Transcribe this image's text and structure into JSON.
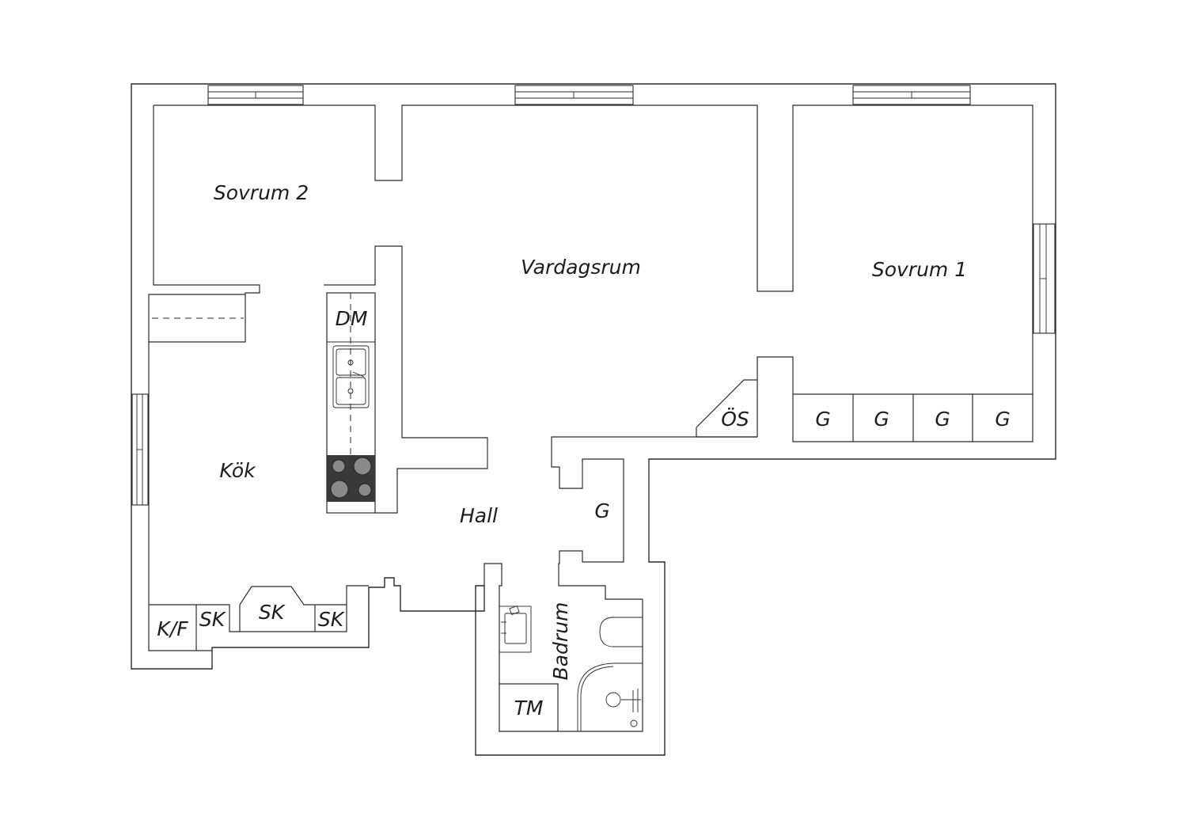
{
  "rooms": {
    "sovrum2": "Sovrum 2",
    "vardagsrum": "Vardagsrum",
    "sovrum1": "Sovrum 1",
    "kok": "Kök",
    "hall": "Hall",
    "badrum": "Badrum"
  },
  "fixtures": {
    "dm": "DM",
    "os": "ÖS",
    "g": "G",
    "sk": "SK",
    "kf": "K/F",
    "tm": "TM"
  },
  "colors": {
    "wall_stroke": "#2a2a2a",
    "stove": "#3a3a3a",
    "background": "#ffffff"
  }
}
